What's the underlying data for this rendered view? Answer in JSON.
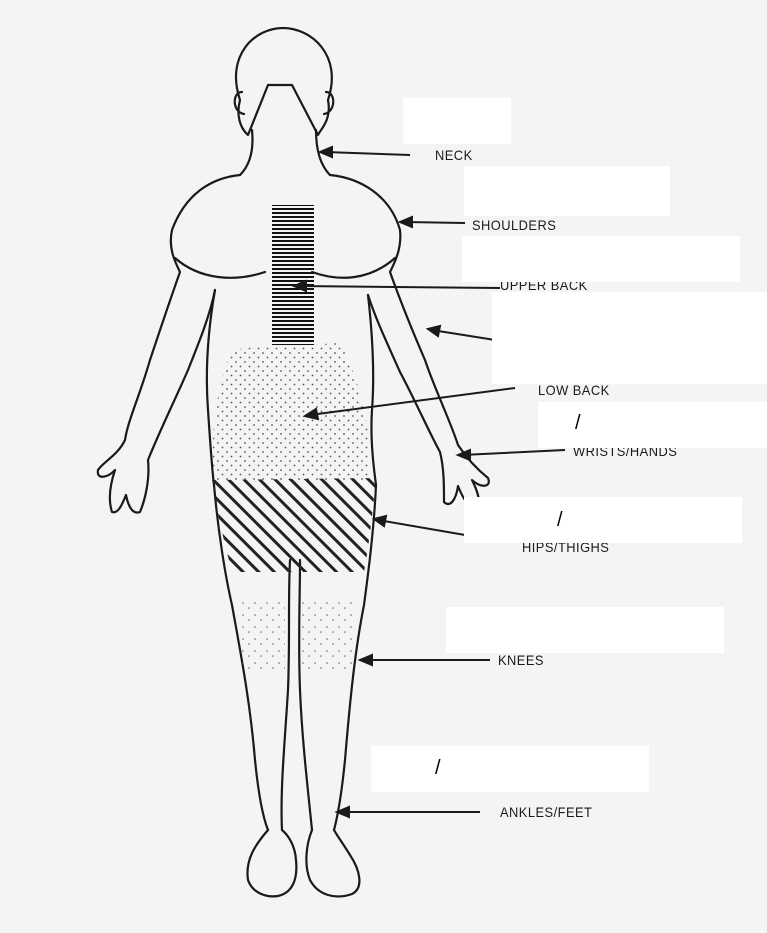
{
  "labels": {
    "neck": "NECK",
    "shoulders": "SHOULDERS",
    "upper_back": "UPPER BACK",
    "low_back": "LOW BACK",
    "wrists_hands": "WRISTS/HANDS",
    "hips_thighs": "HIPS/THIGHS",
    "knees": "KNEES",
    "ankles_feet": "ANKLES/FEET"
  },
  "overlay_marks": {
    "wrists_slash": "/",
    "hips_slash": "/",
    "ankles_slash": "/"
  },
  "colors": {
    "background": "#f4f4f2",
    "ink": "#1a1a1a",
    "cover_box": "#ffffff"
  }
}
